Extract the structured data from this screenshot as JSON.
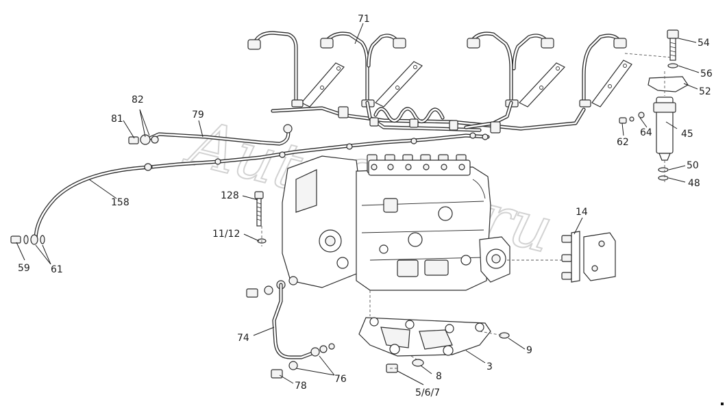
{
  "diagram": {
    "callouts": [
      "71",
      "54",
      "56",
      "52",
      "45",
      "50",
      "48",
      "62",
      "64",
      "82",
      "81",
      "79",
      "158",
      "128",
      "11/12",
      "14",
      "59",
      "61",
      "74",
      "76",
      "78",
      "5/6/7",
      "8",
      "3",
      "9"
    ],
    "watermark": "AutoSoft.ru"
  }
}
